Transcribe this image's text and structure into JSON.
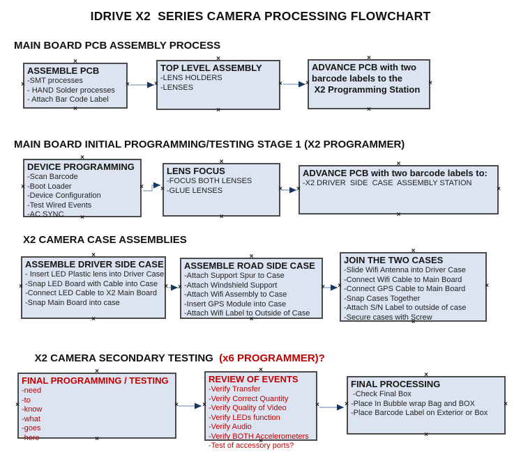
{
  "title": "IDRIVE X2  SERIES CAMERA PROCESSING FLOWCHART",
  "colors": {
    "box_fill": "#dce4f1",
    "box_border": "#4a4a4a",
    "arrow_line": "#94a9c7",
    "arrow_head": "#17375e",
    "red_text": "#c00000",
    "black_text": "#161616"
  },
  "icons": {
    "connection_handle": "×",
    "arrow": "→"
  },
  "sections": [
    {
      "header": "MAIN BOARD PCB ASSEMBLY PROCESS",
      "boxes": [
        {
          "title": "ASSEMBLE PCB",
          "items": [
            "-SMT processes",
            "- HAND Solder processes",
            "- Attach Bar Code Label"
          ]
        },
        {
          "title": "TOP LEVEL ASSEMBLY",
          "items": [
            "-LENS HOLDERS",
            "-LENSES"
          ]
        },
        {
          "title": "ADVANCE PCB with two\nbarcode labels to the\n X2 Programming Station",
          "items": []
        }
      ]
    },
    {
      "header": "MAIN BOARD INITIAL PROGRAMMING/TESTING STAGE 1 (X2 PROGRAMMER)",
      "boxes": [
        {
          "title": "DEVICE PROGRAMMING",
          "items": [
            "-Scan Barcode",
            "-Boot Loader",
            "-Device Configuration",
            "-Test Wired Events",
            "-AC SYNC"
          ]
        },
        {
          "title": "LENS FOCUS",
          "items": [
            "-FOCUS BOTH LENSES",
            "-GLUE LENSES"
          ]
        },
        {
          "title": "ADVANCE PCB with two barcode labels to:",
          "items": [
            "-X2 DRIVER  SIDE  CASE  ASSEMBLY STATION"
          ]
        }
      ]
    },
    {
      "header": "X2 CAMERA CASE ASSEMBLIES",
      "boxes": [
        {
          "title": "ASSEMBLE DRIVER SIDE CASE",
          "items": [
            "- Insert LED Plastic lens into Driver Case",
            "-Snap LED Board with Cable into Case",
            "-Connect LED Cable to X2 Main Board",
            "-Snap Main Board into case"
          ]
        },
        {
          "title": "ASSEMBLE ROAD SIDE CASE",
          "items": [
            "-Attach Support Spur to Case",
            "-Attach Windshield Support",
            "-Attach Wifi Assembly to Case",
            "-Insert GPS Module into Case",
            "-Attach Wifi Label to Outside of Case"
          ]
        },
        {
          "title": "JOIN THE TWO CASES",
          "items": [
            "-Slide Wifi Antenna into Driver Case",
            "-Connect Wifi Cable to Main Board",
            "-Connect GPS Cable to Main Board",
            "-Snap Cases Together",
            "-Attach S/N Label to outside of case",
            "-Secure cases with Screw"
          ]
        }
      ]
    },
    {
      "header": "X2 CAMERA SECONDARY TESTING  ",
      "header_red": "(x6 PROGRAMMER)?",
      "boxes": [
        {
          "title": "FINAL PROGRAMMING / TESTING",
          "items": [
            "-need",
            "-to",
            "-know",
            "-what",
            "-goes",
            "-here"
          ]
        },
        {
          "title": "REVIEW OF EVENTS",
          "items": [
            "-Verify Transfer",
            "-Verify Correct Quantity",
            "-Verify Quality of Video",
            "-Verify LEDs function",
            "-Verify Audio",
            "-Verify BOTH Accelerometers",
            "-Test of accessory ports?"
          ]
        },
        {
          "title": "FINAL PROCESSING",
          "items": [
            " -Check Final Box",
            "-Place In Bubble wrap Bag and BOX",
            "-Place Barcode Label on Exterior or Box"
          ]
        }
      ]
    }
  ]
}
